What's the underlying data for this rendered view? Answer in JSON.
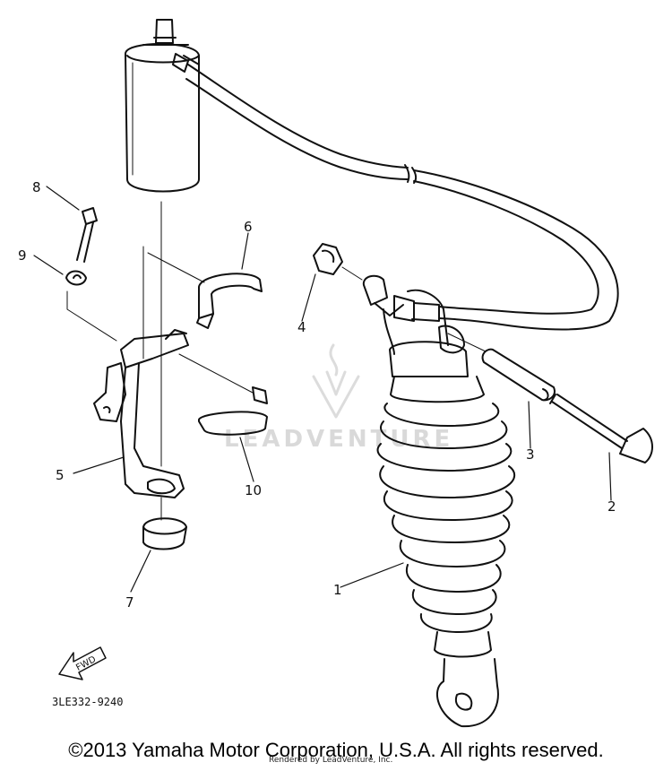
{
  "diagram": {
    "part_number": "3LE332-9240",
    "fwd_label": "FWD",
    "watermark": "LEADVENTURE",
    "callouts": [
      "1",
      "2",
      "3",
      "4",
      "5",
      "6",
      "7",
      "8",
      "9",
      "10"
    ]
  },
  "footer": {
    "copyright": "©2013 Yamaha Motor Corporation, U.S.A. All rights reserved.",
    "rendered_by": "Rendered by LeadVenture, Inc."
  }
}
